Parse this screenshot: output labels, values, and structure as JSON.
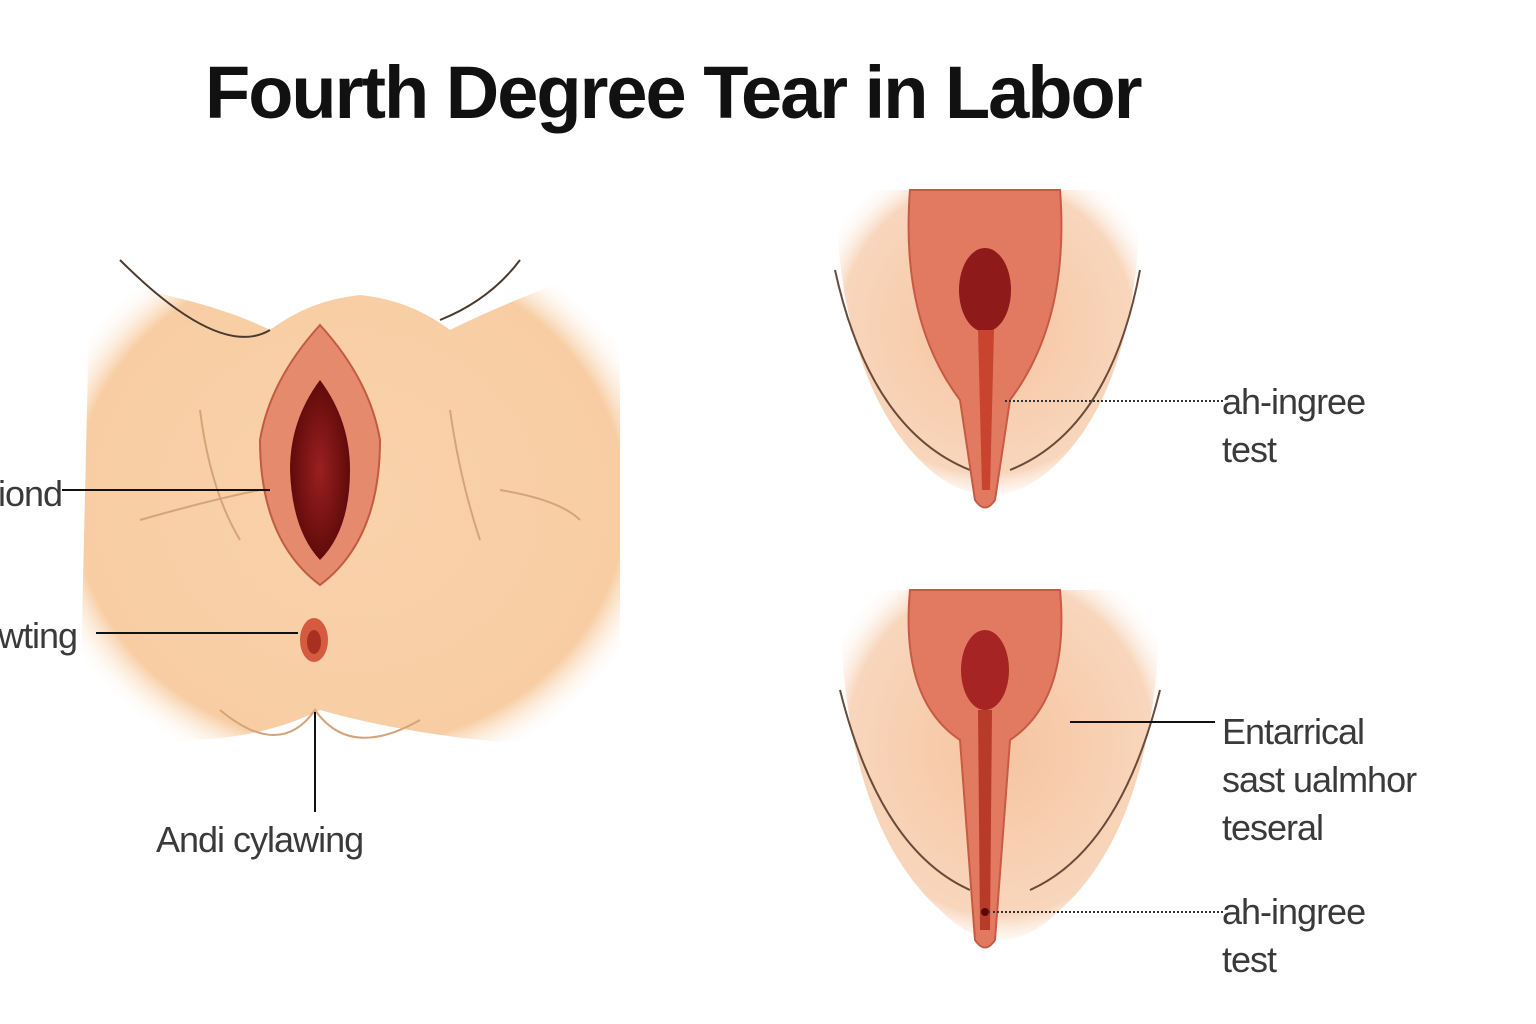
{
  "title": "Fourth Degree Tear in Labor",
  "left_diagram": {
    "labels": [
      {
        "text": "iond"
      },
      {
        "text": "wting"
      },
      {
        "text": "Andi cylawing"
      }
    ]
  },
  "right_diagrams": {
    "top": {
      "labels": [
        {
          "line1": "ah-ingree",
          "line2": "test"
        }
      ]
    },
    "bottom": {
      "labels": [
        {
          "line1": "Entarrical",
          "line2": "sast ualmhor",
          "line3": "teseral"
        },
        {
          "line1": "ah-ingree",
          "line2": "test"
        }
      ]
    }
  },
  "colors": {
    "skin": "#f8cfa6",
    "tissue": "#e0735e",
    "dark_tissue": "#8b1a1a"
  }
}
